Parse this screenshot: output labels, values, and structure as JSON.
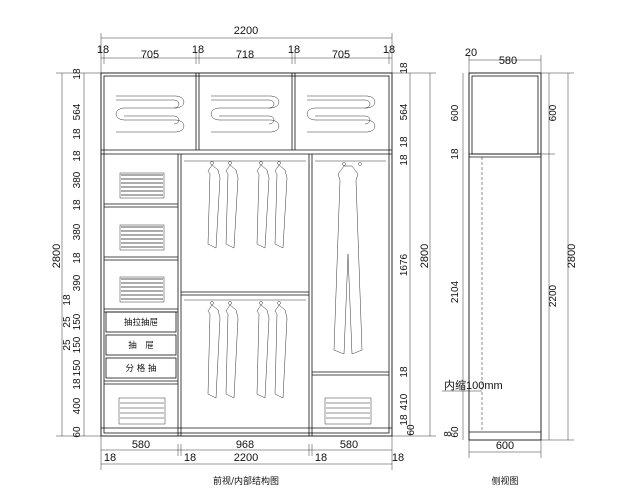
{
  "front": {
    "total_width_top": "2200",
    "top_widths": [
      "18",
      "705",
      "18",
      "718",
      "18",
      "705",
      "18"
    ],
    "left_heights": [
      "18",
      "564",
      "18",
      "18",
      "380",
      "18",
      "380",
      "18",
      "390",
      "18",
      "25",
      "150",
      "25",
      "150",
      "150",
      "18",
      "400",
      "60"
    ],
    "left_heights_text": {
      "h18a": "18",
      "h564": "564",
      "h18b": "18",
      "h18c": "18",
      "h380a": "380",
      "h18d": "18",
      "h380b": "380",
      "h18e": "18",
      "h390": "390",
      "h18f": "18",
      "h25a": "25",
      "h150a": "150",
      "h25b": "25",
      "h150b": "150",
      "h150c": "150",
      "h18g": "18",
      "h400": "400",
      "h60": "60"
    },
    "total_height_left": "2800",
    "right_heights": {
      "r18a": "18",
      "r564": "564",
      "r18b": "18",
      "r18c": "18",
      "r1676": "1676",
      "r18d": "18",
      "r410": "410",
      "r18e": "18",
      "r60": "60"
    },
    "total_height_right": "2800",
    "bottom_widths": {
      "w580a": "580",
      "w968": "968",
      "w580b": "580"
    },
    "bottom_thick": {
      "b18a": "18",
      "b18b": "18",
      "b18c": "18",
      "b18d": "18"
    },
    "total_width_bottom": "2200",
    "drawer_labels": {
      "d1": "抽拉抽屉",
      "d2": "抽　屉",
      "d3": "分 格 抽"
    },
    "caption": "前视/内部结构图"
  },
  "side": {
    "depth_top": "580",
    "thick_top": "20",
    "h600": "600",
    "h600r": "600",
    "h18": "18",
    "h2104": "2104",
    "h2200": "2200",
    "h2800": "2800",
    "h60": "60",
    "h8": "8",
    "note": "内缩100mm",
    "depth_bottom": "600",
    "caption": "侧视图"
  }
}
